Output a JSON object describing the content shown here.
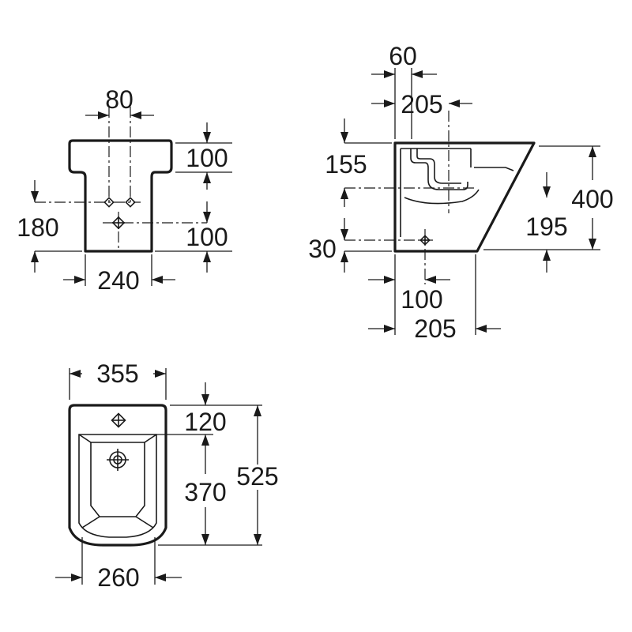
{
  "diagram": {
    "rear_view": {
      "dims": {
        "top_spacing": "80",
        "upper_right": "100",
        "lower_right": "100",
        "left_height": "180",
        "bottom_width": "240"
      }
    },
    "side_view": {
      "dims": {
        "top_offset": "60",
        "top_depth": "205",
        "left_upper": "155",
        "left_lower": "30",
        "right_height": "400",
        "right_lower": "195",
        "bottom_offset": "100",
        "bottom_depth": "205"
      }
    },
    "top_view": {
      "dims": {
        "width": "355",
        "tap_offset": "120",
        "bowl_length": "370",
        "total_length": "525",
        "base_width": "260"
      }
    }
  }
}
